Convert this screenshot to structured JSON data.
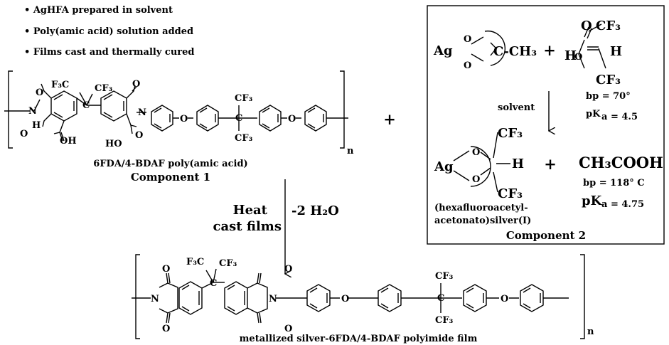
{
  "bullets": [
    "• AgHFA prepared in solvent",
    "• Poly(amic acid) solution added",
    "• Films cast and thermally cured"
  ],
  "component1": {
    "name": "6FDA/4-BDAF poly(amic acid)",
    "label": "Component 1",
    "f3c": "F₃C",
    "cf3": "CF₃",
    "cf3_top": "CF₃",
    "cf3_bottom": "CF₃",
    "o": "O",
    "n": "N",
    "oh": "OH",
    "ho": "HO",
    "n_subscript": "n"
  },
  "plus": "+",
  "reaction": {
    "heat": "Heat",
    "cast_films": "cast films",
    "water_loss": "-2 H₂O"
  },
  "component2": {
    "ag": "Ag",
    "c_ch3": "C-CH₃",
    "h": "H",
    "cf3_a": "CF₃",
    "cf3_b": "CF₃",
    "bp1": "bp = 70°",
    "pka1_p": "pK",
    "pka1_v": "a = 4.5",
    "solvent": "solvent",
    "ch3cooh": "CH₃COOH",
    "bp2": "bp = 118° C",
    "pka2_p": "pK",
    "pka2_v": "a = 4.75",
    "product_line1": "(hexafluoroacetyl-",
    "product_line2": "acetonato)silver(I)",
    "label": "Component 2"
  },
  "product": {
    "name": "metallized silver-6FDA/4-BDAF polyimide film",
    "n_subscript": "n",
    "f3c": "F₃C",
    "cf3": "CF₃",
    "cf3_top": "CF₃",
    "cf3_bottom": "CF₃"
  }
}
